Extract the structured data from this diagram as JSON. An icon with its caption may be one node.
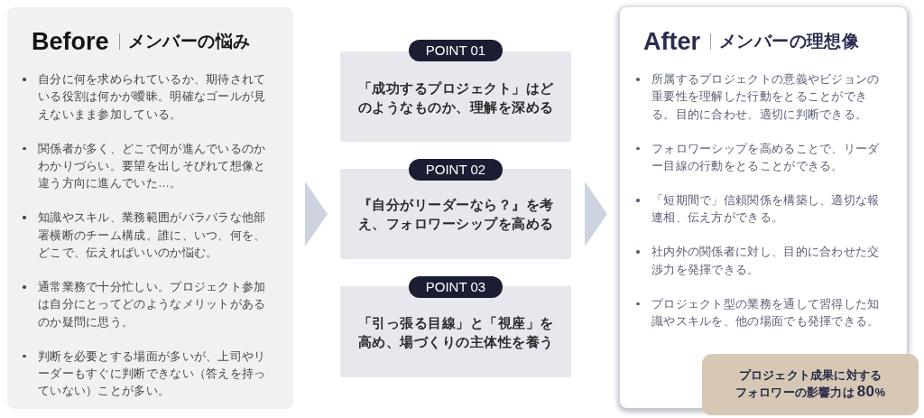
{
  "diagram": {
    "nodes": [
      {
        "text": [
          "Before",
          "メンバーの悩み",
          "自分に何を求められているか、期待されている役割は何かが曖昧。明確なゴールが見えないまま参加している。",
          "関係者が多く、どこで何が進んでいるのかわかりづらい。要望を出しそびれて想像と違う方向に進んでいた…。",
          "知識やスキル、業務範囲がバラバラな他部署横断のチーム構成。誰に、いつ、何を、どこで、伝えればいいのか悩む。",
          "通常業務で十分忙しい。プロジェクト参加は自分にとってどのようなメリットがあるのか疑問に思う。",
          "判断を必要とする場面が多いが、上司やリーダーもすぐに判断できない（答えを持っていない）ことが多い。"
        ]
      },
      {
        "text": [
          "POINT 01",
          "「成功するプロジェクト」はどのようなものか、理解を深める"
        ]
      },
      {
        "text": [
          "POINT 02",
          "『自分がリーダーなら？』を考え、フォロワーシップを高める"
        ]
      },
      {
        "text": [
          "POINT 03",
          "「引っ張る目線」と「視座」を高め、場づくりの主体性を養う"
        ]
      },
      {
        "text": [
          "After",
          "メンバーの理想像",
          "所属するプロジェクトの意義やビジョンの重要性を理解した行動をとることができる。目的に合わせ、適切に判断できる。",
          "フォロワーシップを高めることで、リーダー目線の行動をとることができる。",
          "「短期間で」信頼関係を構築し、適切な報連相、伝え方ができる。",
          "社内外の関係者に対し、目的に合わせた交渉力を発揮できる。",
          "プロジェクト型の業務を通して習得した知識やスキルを、他の場面でも発揮できる。"
        ]
      },
      {
        "text": [
          "プロジェクト成果に対するフォロワーの影響力は**80**%"
        ]
      }
    ],
    "edges": [
      {
        "from": 0,
        "to": 2,
        "arrow": "to"
      },
      {
        "from": 2,
        "to": 4,
        "arrow": "to"
      }
    ]
  }
}
